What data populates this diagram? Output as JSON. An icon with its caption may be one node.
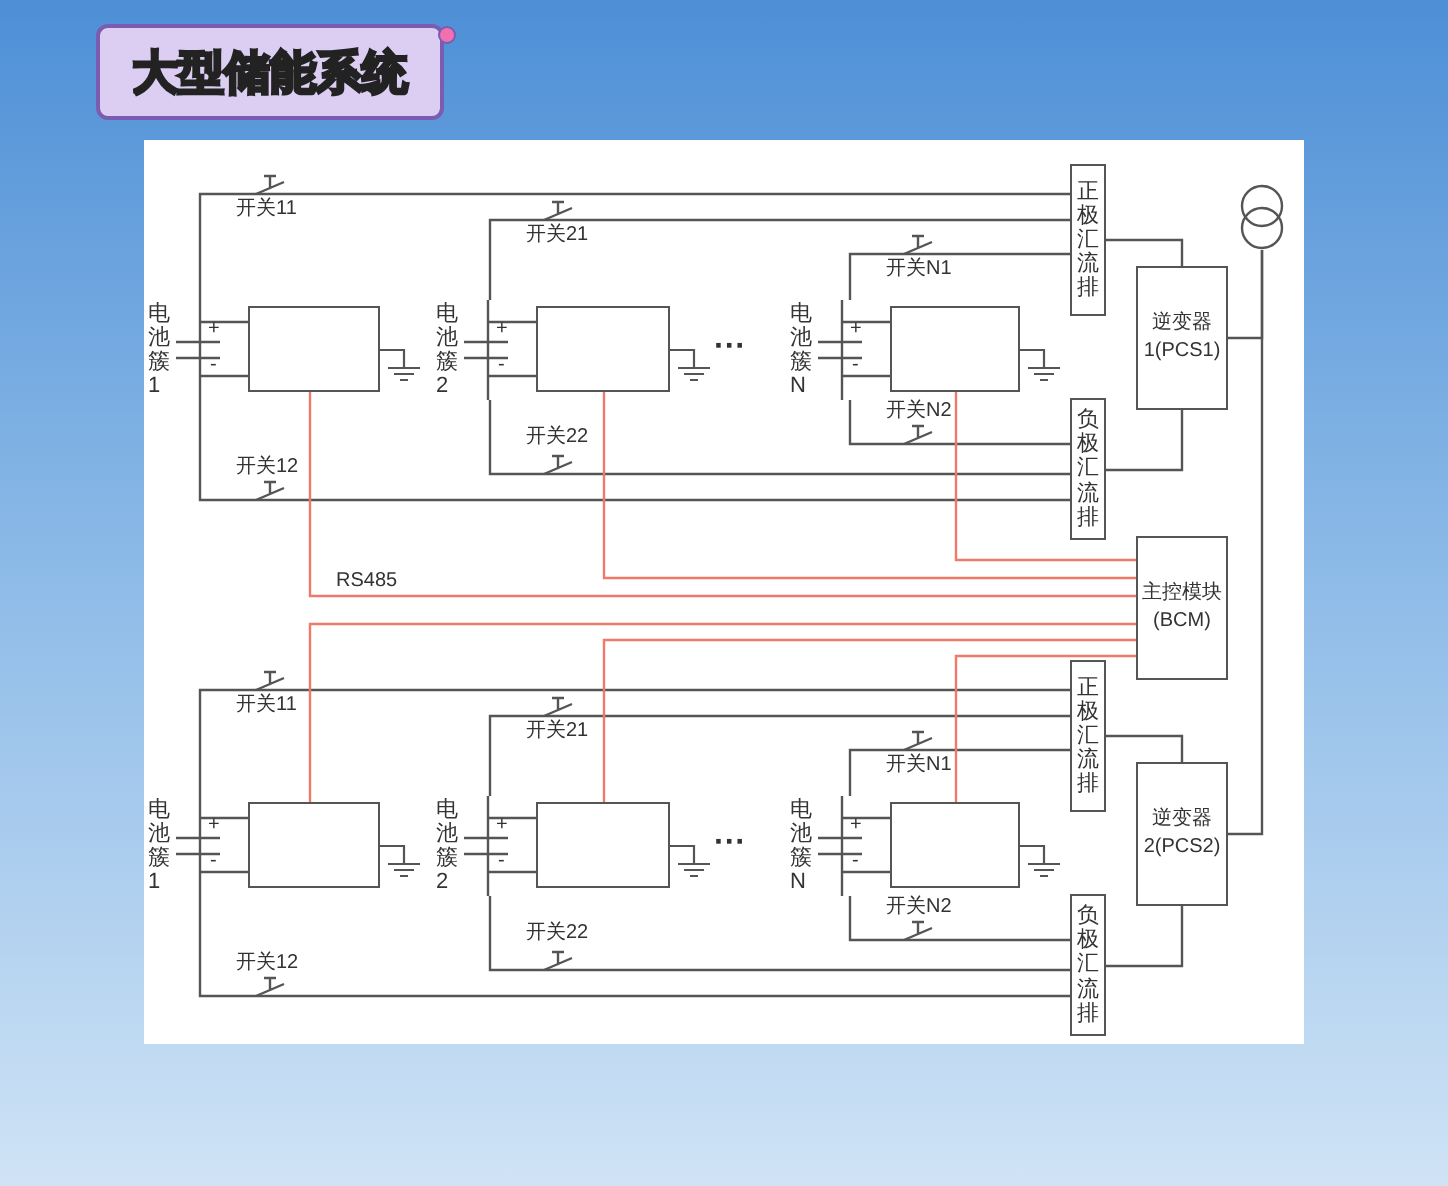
{
  "diagram": {
    "title": "大型储能系统",
    "nodes": [
      {
        "text": [
          "电池簇1",
          "+",
          "-"
        ]
      },
      {
        "text": [],
        "shape": "box"
      },
      {
        "text": [
          "电池簇2",
          "+",
          "-"
        ]
      },
      {
        "text": [],
        "shape": "box"
      },
      {
        "text": [
          "电池簇N",
          "+",
          "-"
        ]
      },
      {
        "text": [],
        "shape": "box"
      },
      {
        "text": [
          "正极汇流排"
        ]
      },
      {
        "text": [
          "负极汇流排"
        ]
      },
      {
        "text": [
          "逆变器1(PCS1)"
        ]
      },
      {
        "text": [],
        "shape": "circle"
      },
      {
        "text": [
          "主控模块(BCM)"
        ]
      },
      {
        "text": [
          "电池簇1",
          "+",
          "-"
        ]
      },
      {
        "text": [],
        "shape": "box"
      },
      {
        "text": [
          "电池簇2",
          "+",
          "-"
        ]
      },
      {
        "text": [],
        "shape": "box"
      },
      {
        "text": [
          "电池簇N",
          "+",
          "-"
        ]
      },
      {
        "text": [],
        "shape": "box"
      },
      {
        "text": [
          "正极汇流排"
        ]
      },
      {
        "text": [
          "负极汇流排"
        ]
      },
      {
        "text": [
          "逆变器2(PCS2)"
        ]
      }
    ],
    "edges": [
      {
        "from": 0,
        "to": 1,
        "arrow": "none"
      },
      {
        "from": 0,
        "to": 6,
        "arrow": "none",
        "label": "开关11"
      },
      {
        "from": 0,
        "to": 7,
        "arrow": "none",
        "label": "开关12"
      },
      {
        "from": 2,
        "to": 3,
        "arrow": "none"
      },
      {
        "from": 2,
        "to": 6,
        "arrow": "none",
        "label": "开关21"
      },
      {
        "from": 2,
        "to": 7,
        "arrow": "none",
        "label": "开关22"
      },
      {
        "from": 4,
        "to": 5,
        "arrow": "none"
      },
      {
        "from": 4,
        "to": 6,
        "arrow": "none",
        "label": "开关N1"
      },
      {
        "from": 4,
        "to": 7,
        "arrow": "none",
        "label": "开关N2"
      },
      {
        "from": 6,
        "to": 8,
        "arrow": "none"
      },
      {
        "from": 7,
        "to": 8,
        "arrow": "none"
      },
      {
        "from": 8,
        "to": 9,
        "arrow": "none"
      },
      {
        "from": 1,
        "to": 10,
        "arrow": "none",
        "label": "RS485",
        "color": "#f07a6a"
      },
      {
        "from": 3,
        "to": 10,
        "arrow": "none",
        "color": "#f07a6a"
      },
      {
        "from": 5,
        "to": 10,
        "arrow": "none",
        "color": "#f07a6a"
      },
      {
        "from": 11,
        "to": 12,
        "arrow": "none"
      },
      {
        "from": 11,
        "to": 17,
        "arrow": "none",
        "label": "开关11"
      },
      {
        "from": 11,
        "to": 18,
        "arrow": "none",
        "label": "开关12"
      },
      {
        "from": 13,
        "to": 14,
        "arrow": "none"
      },
      {
        "from": 13,
        "to": 17,
        "arrow": "none",
        "label": "开关21"
      },
      {
        "from": 13,
        "to": 18,
        "arrow": "none",
        "label": "开关22"
      },
      {
        "from": 15,
        "to": 16,
        "arrow": "none"
      },
      {
        "from": 15,
        "to": 17,
        "arrow": "none",
        "label": "开关N1"
      },
      {
        "from": 15,
        "to": 18,
        "arrow": "none",
        "label": "开关N2"
      },
      {
        "from": 17,
        "to": 19,
        "arrow": "none"
      },
      {
        "from": 18,
        "to": 19,
        "arrow": "none"
      },
      {
        "from": 19,
        "to": 9,
        "arrow": "none"
      },
      {
        "from": 12,
        "to": 10,
        "arrow": "none",
        "color": "#f07a6a"
      },
      {
        "from": 14,
        "to": 10,
        "arrow": "none",
        "color": "#f07a6a"
      },
      {
        "from": 16,
        "to": 10,
        "arrow": "none",
        "color": "#f07a6a"
      }
    ],
    "labels": [
      "···",
      "···"
    ]
  }
}
